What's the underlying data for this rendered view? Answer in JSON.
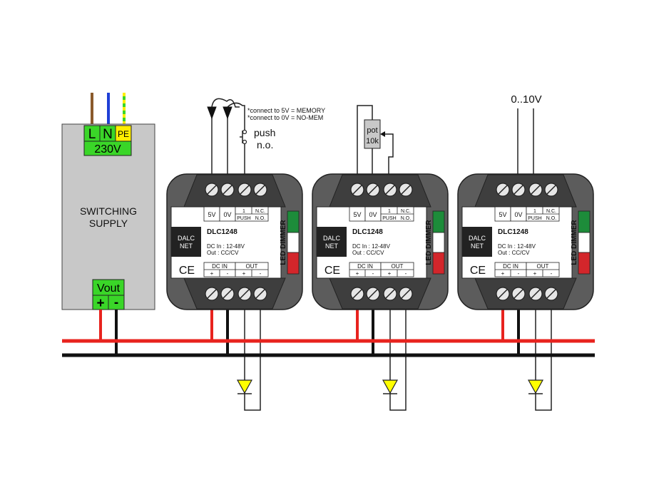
{
  "supply": {
    "terminal_l": "L",
    "terminal_n": "N",
    "terminal_pe": "PE",
    "voltage": "230V",
    "title_line1": "SWITCHING",
    "title_line2": "SUPPLY",
    "vout": "Vout",
    "plus": "+",
    "minus": "-"
  },
  "dimmer": {
    "label_5v": "5V",
    "label_0v": "0V",
    "label_1": "1",
    "label_push": "PUSH",
    "label_nc": "N.C.",
    "label_no": "N.O.",
    "brand_line1": "DALC",
    "brand_line2": "NET",
    "model": "DLC1248",
    "dc_in_spec": "DC In : 12-48V",
    "out_spec": "Out : CC/CV",
    "ce": "CE",
    "dc_in": "DC IN",
    "out": "OUT",
    "plus": "+",
    "minus": "-",
    "vertical_label": "LED DIMMER"
  },
  "notes": {
    "memory": "*connect to 5V = MEMORY",
    "no_mem": "*connect to 0V = NO-MEM",
    "push_line1": "push",
    "push_line2": "n.o.",
    "pot_line1": "pot",
    "pot_line2": "10k",
    "analog_input": "0..10V"
  },
  "colors": {
    "brown": "#8a5a2b",
    "blue": "#1f3fd6",
    "yellow": "#ffee00",
    "green_terminal": "#3ad628",
    "dimmer_body": "#5c5c5c",
    "dimmer_dark": "#3e3e3e",
    "label_face": "#ffffff",
    "led": "#ffff00",
    "bus_positive": "#e8231e",
    "bus_negative": "#111111",
    "flag_green": "#1d8c3a",
    "flag_red": "#d3262b",
    "supply_grey": "#c8c8c8"
  }
}
